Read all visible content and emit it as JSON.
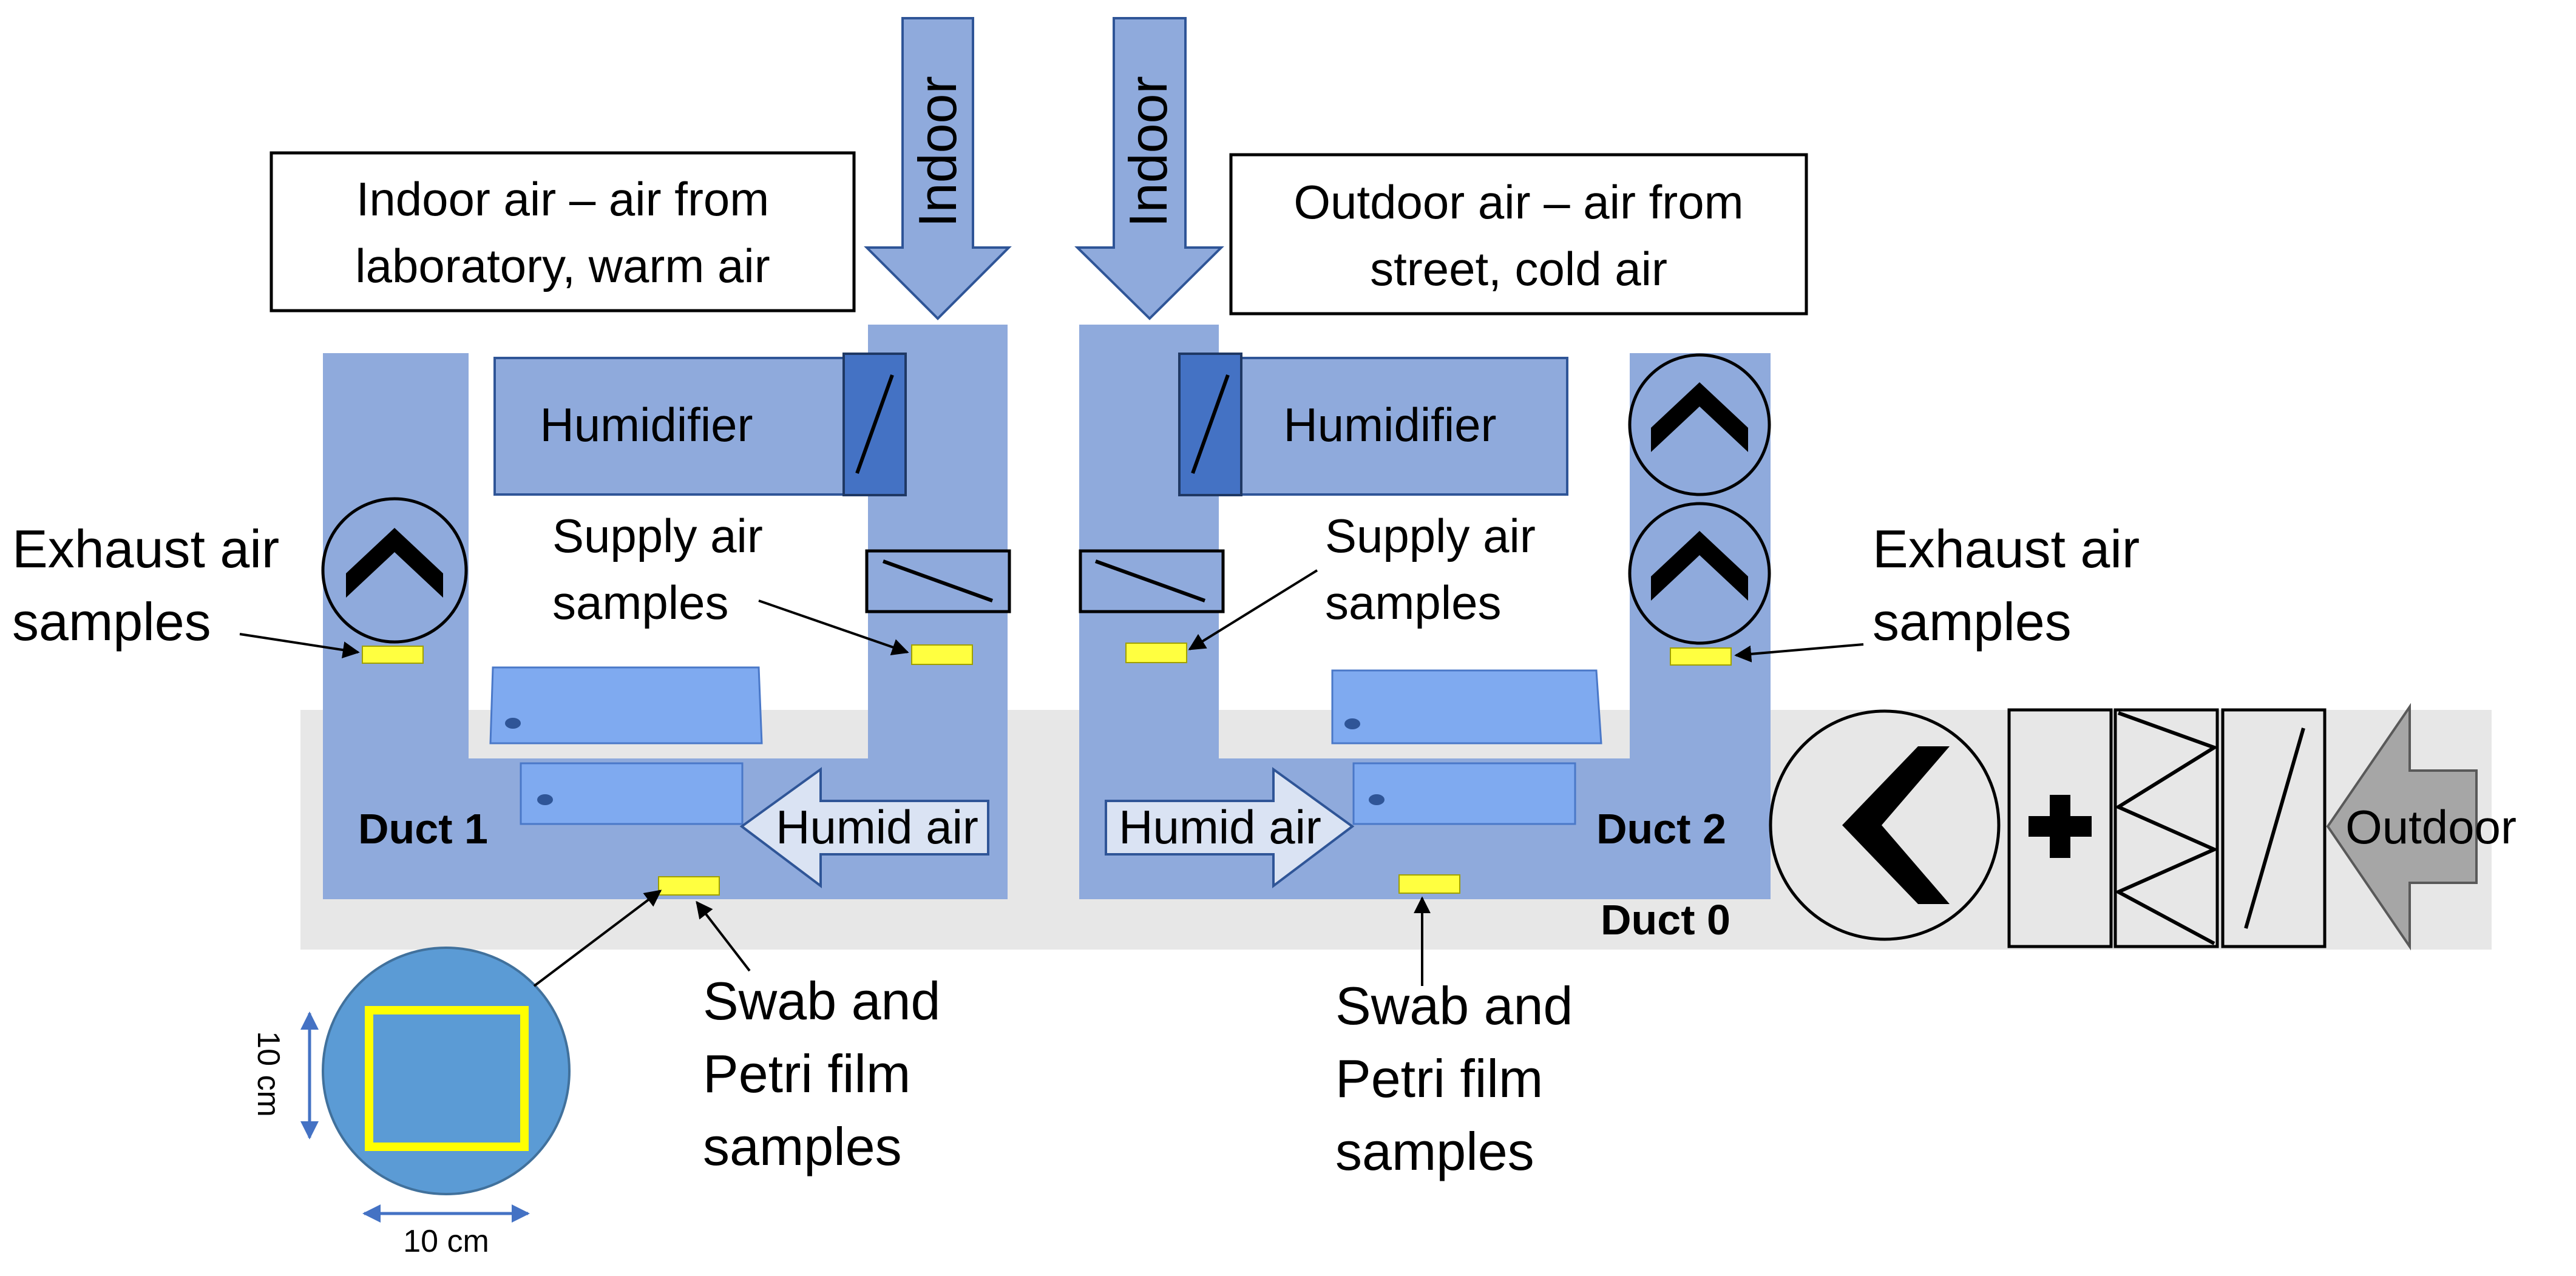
{
  "labels": {
    "indoor_air_box": [
      "Indoor air – air from",
      "laboratory, warm air"
    ],
    "outdoor_air_box": [
      "Outdoor air – air from",
      "street, cold air"
    ],
    "indoor_arrow_1": "Indoor",
    "indoor_arrow_2": "Indoor",
    "humidifier_1": "Humidifier",
    "humidifier_2": "Humidifier",
    "exhaust_left": [
      "Exhaust air",
      "samples"
    ],
    "exhaust_right": [
      "Exhaust air",
      "samples"
    ],
    "supply_left": [
      "Supply air",
      "samples"
    ],
    "supply_right": [
      "Supply air",
      "samples"
    ],
    "humid_air_left": "Humid air",
    "humid_air_right": "Humid air",
    "duct_1": "Duct 1",
    "duct_2": "Duct 2",
    "duct_0": "Duct 0",
    "outdoor_arrow": "Outdoor",
    "swab_left": [
      "Swab and",
      "Petri film",
      "samples"
    ],
    "swab_right": [
      "Swab and",
      "Petri film",
      "samples"
    ],
    "dim_vertical": "10 cm",
    "dim_horizontal": "10 cm"
  },
  "icons": {
    "fan": "chevron-up-icon",
    "fan_main": "chevron-left-icon",
    "damper": "slash-icon",
    "heater": "plus-icon",
    "filter": "zigzag-icon"
  },
  "colors": {
    "duct": "#8faadc",
    "duct_dark": "#4472c4",
    "humid_panel": "#7faaf0",
    "main_duct": "#e7e7e7",
    "sample_marker": "#ffff40",
    "outdoor_arrow": "#a6a6a6",
    "swab_circle": "#5b9bd5",
    "dimension": "#4472c4"
  }
}
